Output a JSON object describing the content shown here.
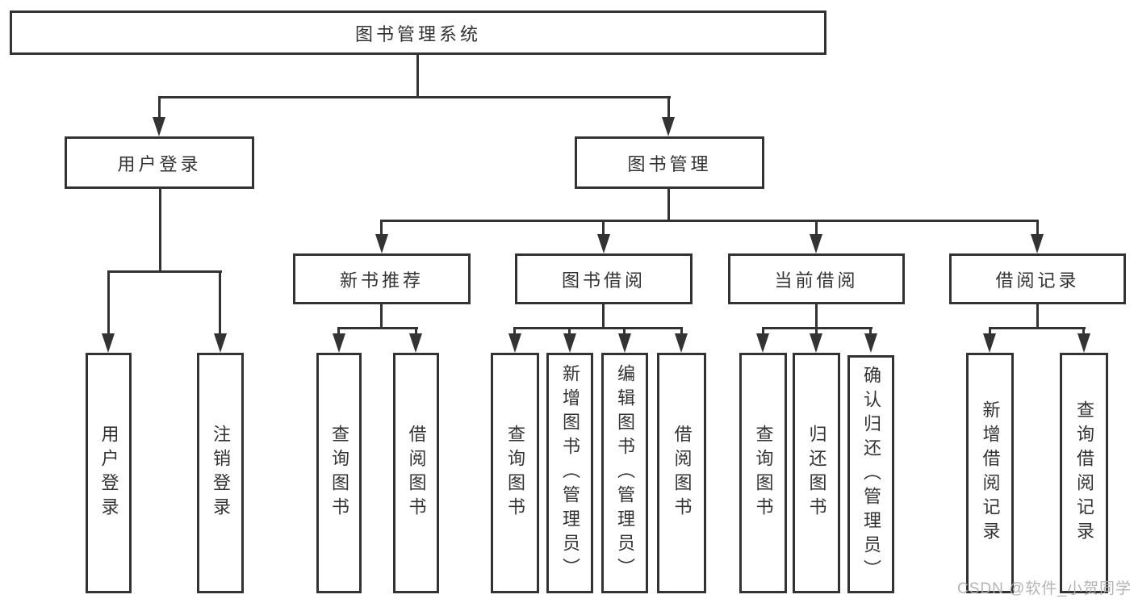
{
  "diagram_type": "hierarchy-tree",
  "colors": {
    "line": "#333333",
    "box_background": "#ffffff",
    "text": "#333333",
    "watermark": "#b0b0b0"
  },
  "root": {
    "label": "图书管理系统"
  },
  "level2": [
    {
      "label": "用户登录"
    },
    {
      "label": "图书管理"
    }
  ],
  "level3": [
    {
      "label": "新书推荐"
    },
    {
      "label": "图书借阅"
    },
    {
      "label": "当前借阅"
    },
    {
      "label": "借阅记录"
    }
  ],
  "leaves": {
    "login": [
      {
        "label": "用户登录"
      },
      {
        "label": "注销登录"
      }
    ],
    "recommend": [
      {
        "label": "查询图书"
      },
      {
        "label": "借阅图书"
      }
    ],
    "borrow": [
      {
        "label": "查询图书"
      },
      {
        "label": "新增图书（管理员）"
      },
      {
        "label": "编辑图书（管理员）"
      },
      {
        "label": "借阅图书"
      }
    ],
    "current": [
      {
        "label": "查询图书"
      },
      {
        "label": "归还图书"
      },
      {
        "label": "确认归还（管理员）"
      }
    ],
    "records": [
      {
        "label": "新增借阅记录"
      },
      {
        "label": "查询借阅记录"
      }
    ]
  },
  "watermark": {
    "text": "CSDN @软件_小贺同学"
  }
}
